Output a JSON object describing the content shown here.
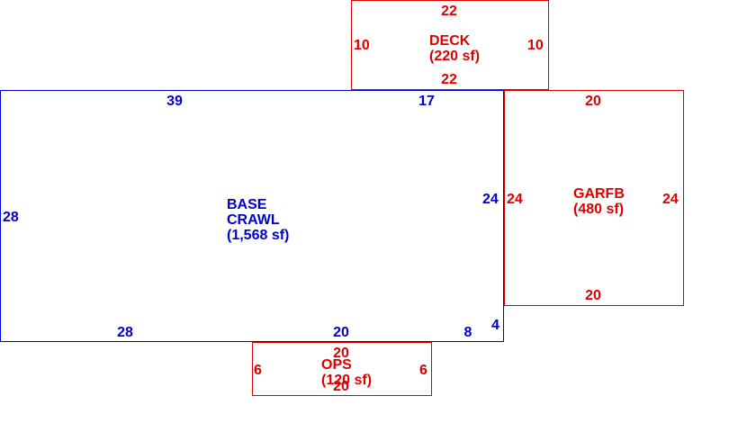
{
  "colors": {
    "base": "#0000cc",
    "addition": "#dd0000",
    "background": "#ffffff"
  },
  "areas": {
    "base": {
      "name_line1": "BASE",
      "name_line2": "CRAWL",
      "area": "(1,568 sf)",
      "dims": {
        "top_left": "39",
        "top_right": "17",
        "left": "28",
        "right": "24",
        "bottom_left": "28",
        "bottom_mid": "20",
        "bottom_right": "8",
        "corner_step": "4"
      }
    },
    "deck": {
      "name": "DECK",
      "area": "(220 sf)",
      "dims": {
        "top": "22",
        "bottom": "22",
        "left": "10",
        "right": "10"
      }
    },
    "garfb": {
      "name": "GARFB",
      "area": "(480 sf)",
      "dims": {
        "top": "20",
        "bottom": "20",
        "left": "24",
        "right": "24"
      }
    },
    "ops": {
      "name": "OPS",
      "area": "(120 sf)",
      "dims": {
        "top": "20",
        "bottom": "20",
        "left": "6",
        "right": "6"
      }
    }
  }
}
